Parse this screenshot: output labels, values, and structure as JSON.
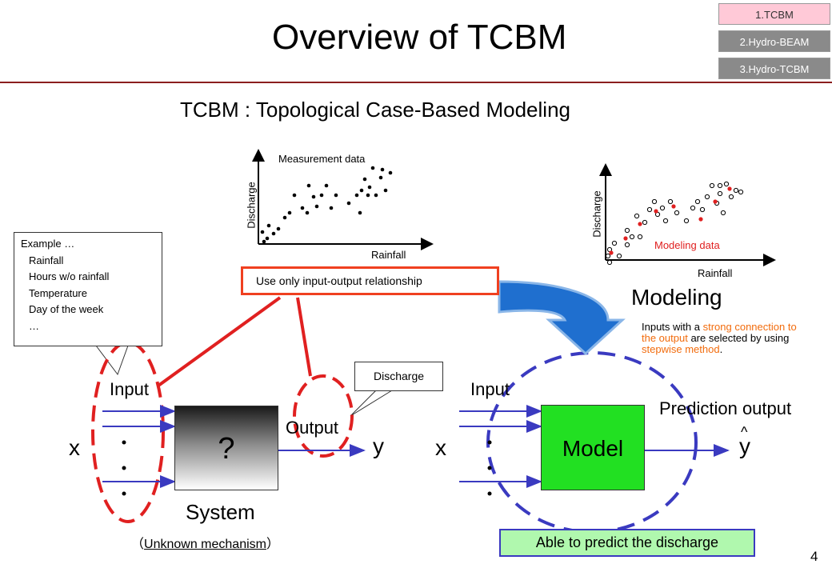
{
  "header": {
    "title": "Overview of TCBM",
    "subtitle": "TCBM : Topological Case-Based Modeling",
    "page_number": "4"
  },
  "nav": [
    {
      "label": "1.TCBM",
      "active": true
    },
    {
      "label": "2.Hydro-BEAM",
      "active": false
    },
    {
      "label": "3.Hydro-TCBM",
      "active": false
    }
  ],
  "measurement_chart": {
    "title": "Measurement data",
    "xlabel": "Rainfall",
    "ylabel": "Discharge"
  },
  "modeling_chart": {
    "xlabel": "Rainfall",
    "ylabel": "Discharge",
    "legend": "Modeling data"
  },
  "example_callout": {
    "heading": "Example …",
    "items": [
      "Rainfall",
      "Hours w/o rainfall",
      "Temperature",
      "Day of the week",
      "…"
    ]
  },
  "relationship_box": "Use only input-output relationship",
  "discharge_callout": "Discharge",
  "system": {
    "input_label": "Input",
    "output_label": "Output",
    "x": "x",
    "y": "y",
    "box_text": "?",
    "name": "System",
    "note_open": "（",
    "note_text": "Unknown mechanism",
    "note_close": "）"
  },
  "model": {
    "heading": "Modeling",
    "note": {
      "part1": "Inputs with a ",
      "part2": "strong connection to the output",
      "part3": " are selected by using ",
      "part4": "stepwise method",
      "part5": "."
    },
    "input_label": "Input",
    "prediction_label": "Prediction output",
    "x": "x",
    "y": "y",
    "hat": "^",
    "box_text": "Model",
    "conclusion": "Able to predict the discharge"
  },
  "colors": {
    "accent_red": "#e02020",
    "orange": "#f26c0d",
    "model_green": "#22e022",
    "arrow_blue": "#3a3ac0",
    "arrow_fill_blue": "#1f6fcf"
  }
}
